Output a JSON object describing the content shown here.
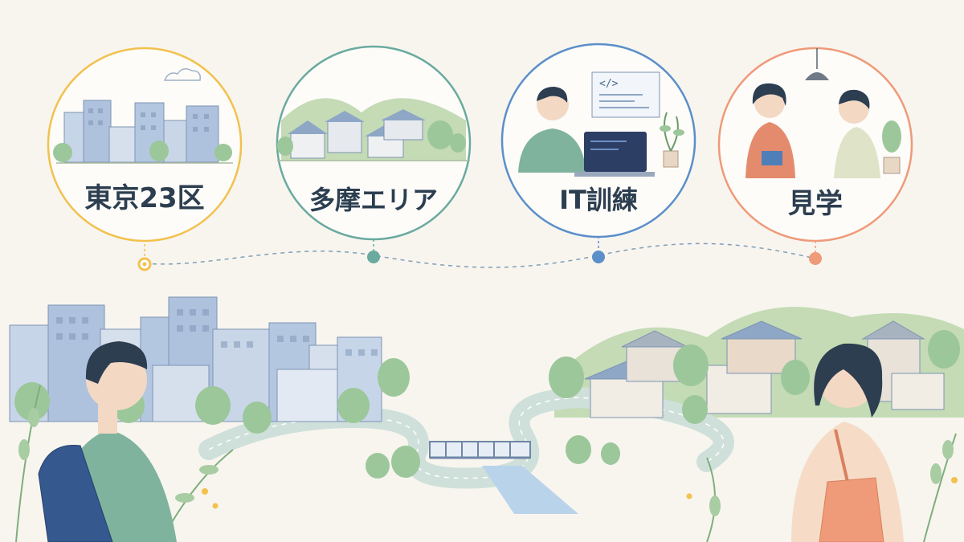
{
  "topics": [
    {
      "label": "東京23区",
      "color": "#f2c14e"
    },
    {
      "label": "多摩エリア",
      "color": "#6aaa9f"
    },
    {
      "label": "IT訓練",
      "color": "#5b8fc9"
    },
    {
      "label": "見学",
      "color": "#ef9a78"
    }
  ],
  "colors": {
    "background": "#f8f5ef",
    "text": "#2c3e50",
    "buildings": "#a9bfdc",
    "trees": "#9cc79a",
    "hills": "#b7d3a8",
    "road": "#cfe0db"
  },
  "icons": {
    "code": "code-icon"
  }
}
